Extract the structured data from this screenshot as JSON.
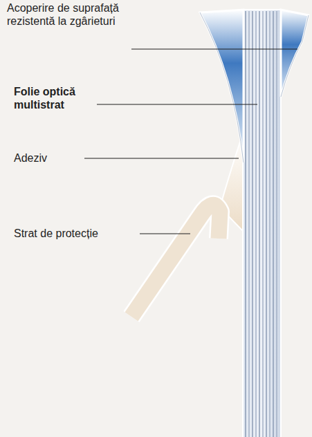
{
  "diagram": {
    "labels": [
      "Acoperire de suprafață rezistentă la zgârieturi",
      "Folie optică multistrat",
      "Adeziv",
      "Strat de protecție"
    ]
  }
}
